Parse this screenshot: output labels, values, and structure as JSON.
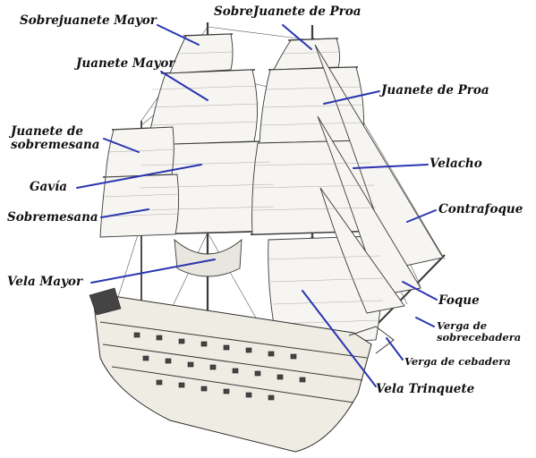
{
  "labels": {
    "sobrejuanete_mayor": "Sobrejuanete Mayor",
    "sobrejuanete_proa": "SobreJuanete de Proa",
    "juanete_mayor": "Juanete Mayor",
    "juanete_proa": "Juanete de Proa",
    "juanete_sobremesana": "Juanete de\nsobremesana",
    "velacho": "Velacho",
    "gavia": "Gavía",
    "contrafoque": "Contrafoque",
    "sobremesana": "Sobremesana",
    "vela_mayor": "Vela Mayor",
    "foque": "Foque",
    "verga_sobrecebadera": "Verga de\nsobrecebadera",
    "verga_cebadera": "Verga de cebadera",
    "vela_trinquete": "Vela Trinquete"
  },
  "colors": {
    "pointer": "#2a35b0",
    "text": "#111111",
    "background": "#ffffff"
  }
}
